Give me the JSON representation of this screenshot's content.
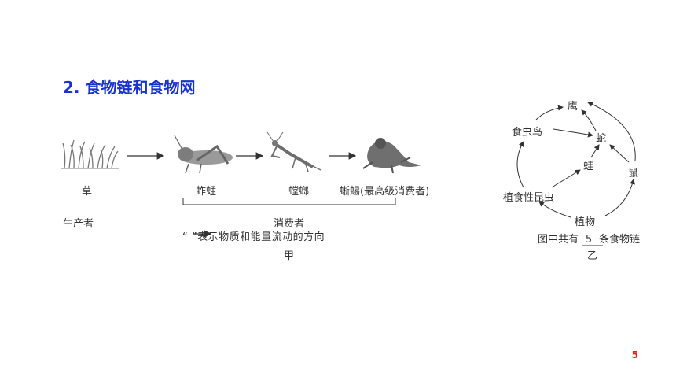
{
  "heading": "2. 食物链和食物网",
  "page_number": "5",
  "diagram_a": {
    "organisms": [
      "草",
      "蚱蜢",
      "螳螂",
      "蜥蜴(最高级消费者)"
    ],
    "producer_label": "生产者",
    "consumer_label": "消费者",
    "legend_note": "“  ”表示物质和能量流动的方向",
    "caption": "甲"
  },
  "diagram_b": {
    "nodes": {
      "hawk": "鹰",
      "bird": "食虫鸟",
      "snake": "蛇",
      "frog": "蛙",
      "mouse": "鼠",
      "insect": "植食性昆虫",
      "plant": "植物"
    },
    "count_prefix": "图中共有",
    "count_value": "5",
    "count_suffix": "条食物链",
    "caption": "乙"
  },
  "colors": {
    "heading": "#1a33cc",
    "page_number": "#e02020"
  }
}
